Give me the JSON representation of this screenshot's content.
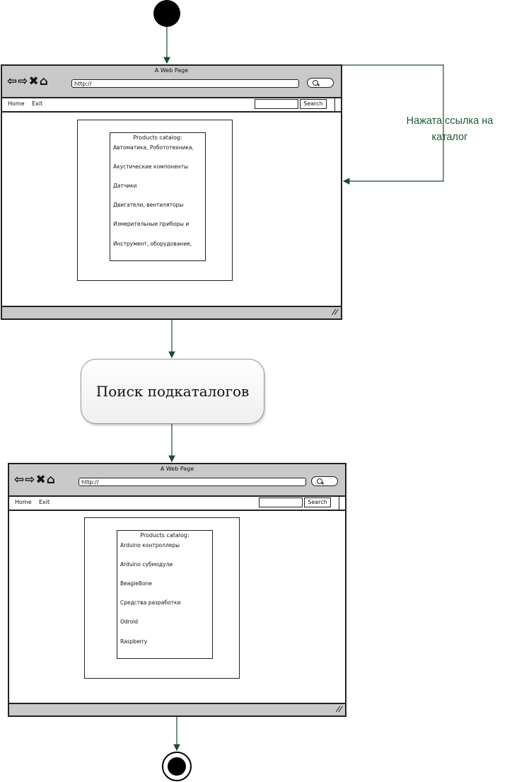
{
  "flow": {
    "guard_label": "Нажата ссылка на каталог",
    "action_label": "Поиск подкаталогов"
  },
  "browser_top": {
    "title": "A Web Page",
    "url": "http://",
    "menu_home": "Home",
    "menu_exit": "Exit",
    "search_button": "Search",
    "catalog_title": "Products catalog:",
    "items": [
      "Автоматика, Робототехника,",
      "Акустические компоненты",
      "Датчики",
      "Двигатели, вентиляторы",
      "Измерительные приборы и",
      "Инструмент, оборудование,"
    ]
  },
  "browser_bottom": {
    "title": "A Web Page",
    "url": "http://",
    "menu_home": "Home",
    "menu_exit": "Exit",
    "search_button": "Search",
    "catalog_title": "Products catalog:",
    "items": [
      "Arduino контроллеры",
      "Arduino субмодули",
      "BeagleBone",
      "Средства разработки",
      "Odroid",
      "Raspberry"
    ]
  },
  "icons": [
    "back-arrow-icon",
    "forward-arrow-icon",
    "close-icon",
    "home-icon",
    "search-icon",
    "resize-grip-icon"
  ],
  "colors": {
    "arrow": "#1a4d2e",
    "guard_text": "#1a5a35",
    "browser_chrome": "#c9c9c9"
  }
}
